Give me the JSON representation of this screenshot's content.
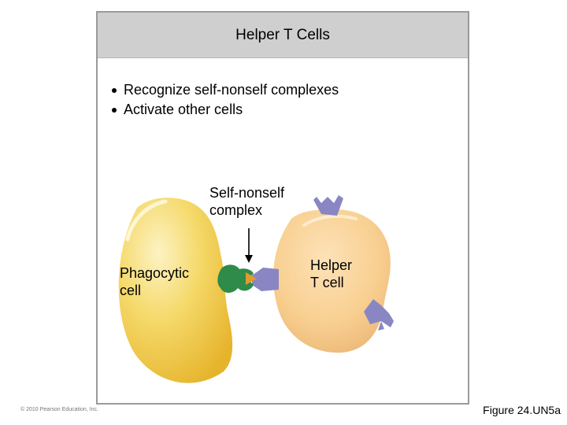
{
  "panel": {
    "title": "Helper T Cells",
    "bullets": [
      "Recognize self-nonself complexes",
      "Activate other cells"
    ]
  },
  "diagram": {
    "complex_label_line1": "Self-nonself",
    "complex_label_line2": "complex",
    "phagocytic_label_line1": "Phagocytic",
    "phagocytic_label_line2": "cell",
    "helper_label_line1": "Helper",
    "helper_label_line2": "T cell"
  },
  "footer": {
    "copyright": "© 2010 Pearson Education, Inc.",
    "figure": "Figure 24.UN5a"
  },
  "colors": {
    "phagocytic_cell": "#f2cf55",
    "helper_t_cell": "#f7cf8e",
    "mhc_protein": "#2e8b4a",
    "antigen": "#e39a2d",
    "receptor": "#8a86c4",
    "header_bg": "#cfcfcf"
  }
}
